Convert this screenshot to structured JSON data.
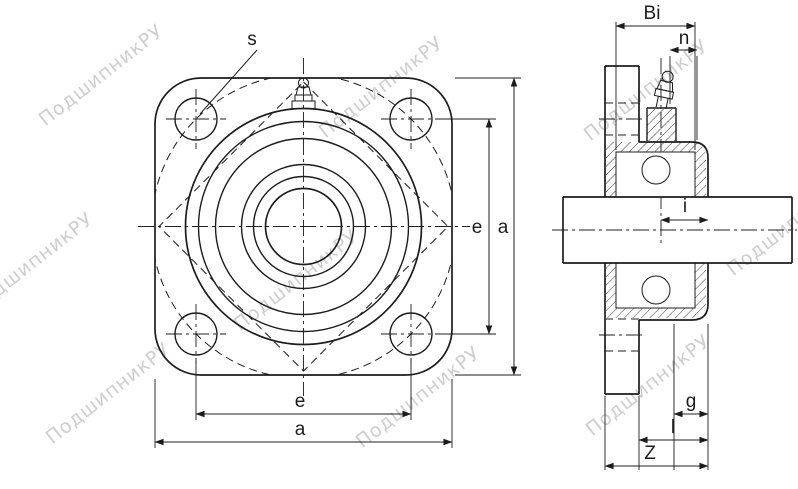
{
  "colors": {
    "line": "#1c1c1c",
    "watermark": "#c6c6c6",
    "background": "#ffffff"
  },
  "watermark": {
    "text": "ПодшипникРУ"
  },
  "front_view": {
    "dim_s": "s",
    "dim_e_vertical": "e",
    "dim_a_vertical": "a",
    "dim_e_horizontal": "e",
    "dim_a_horizontal": "a"
  },
  "side_view": {
    "dim_bi": "Bi",
    "dim_n": "n",
    "dim_i": "i",
    "dim_g": "g",
    "dim_l": "l",
    "dim_z": "Z"
  }
}
